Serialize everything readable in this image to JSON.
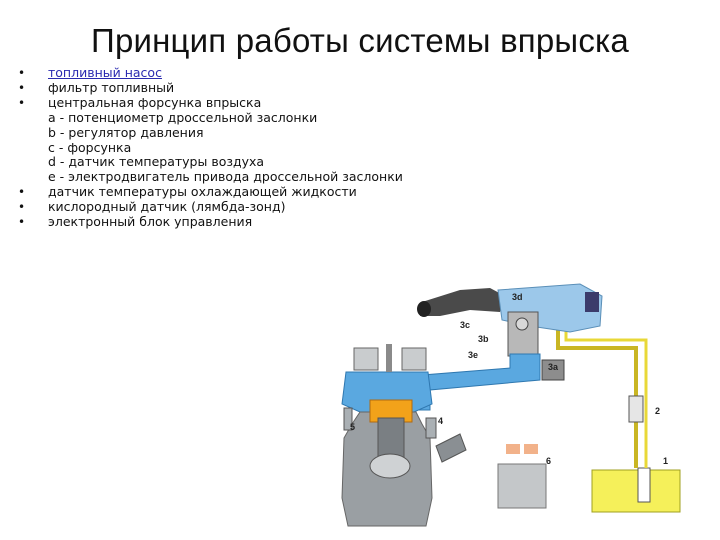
{
  "slide": {
    "title": "Принцип работы системы впрыска",
    "bullets": [
      {
        "text": "топливный насос",
        "link": true
      },
      {
        "text": "фильтр топливный"
      },
      {
        "text": "центральная форсунка впрыска",
        "sub": [
          "a - потенциометр дроссельной заслонки",
          "b - регулятор давления",
          "c - форсунка",
          "d - датчик температуры воздуха",
          "e - электродвигатель привода дроссельной заслонки"
        ]
      },
      {
        "text": "датчик температуры охлаждающей жидкости"
      },
      {
        "text": "кислородный датчик (лямбда-зонд)"
      },
      {
        "text": "электронный блок управления"
      }
    ]
  },
  "diagram": {
    "labels": {
      "3d": "3d",
      "3c": "3c",
      "3b": "3b",
      "3e": "3e",
      "3a": "3a",
      "n1": "1",
      "n2": "2",
      "n4": "4",
      "n5": "5",
      "n6": "6"
    }
  },
  "colors": {
    "coolant_blue": "#5aa8e0",
    "fuel_yellow": "#f5f05a",
    "engine_gray": "#9a9fa3",
    "piston_orange": "#f2a21a"
  }
}
